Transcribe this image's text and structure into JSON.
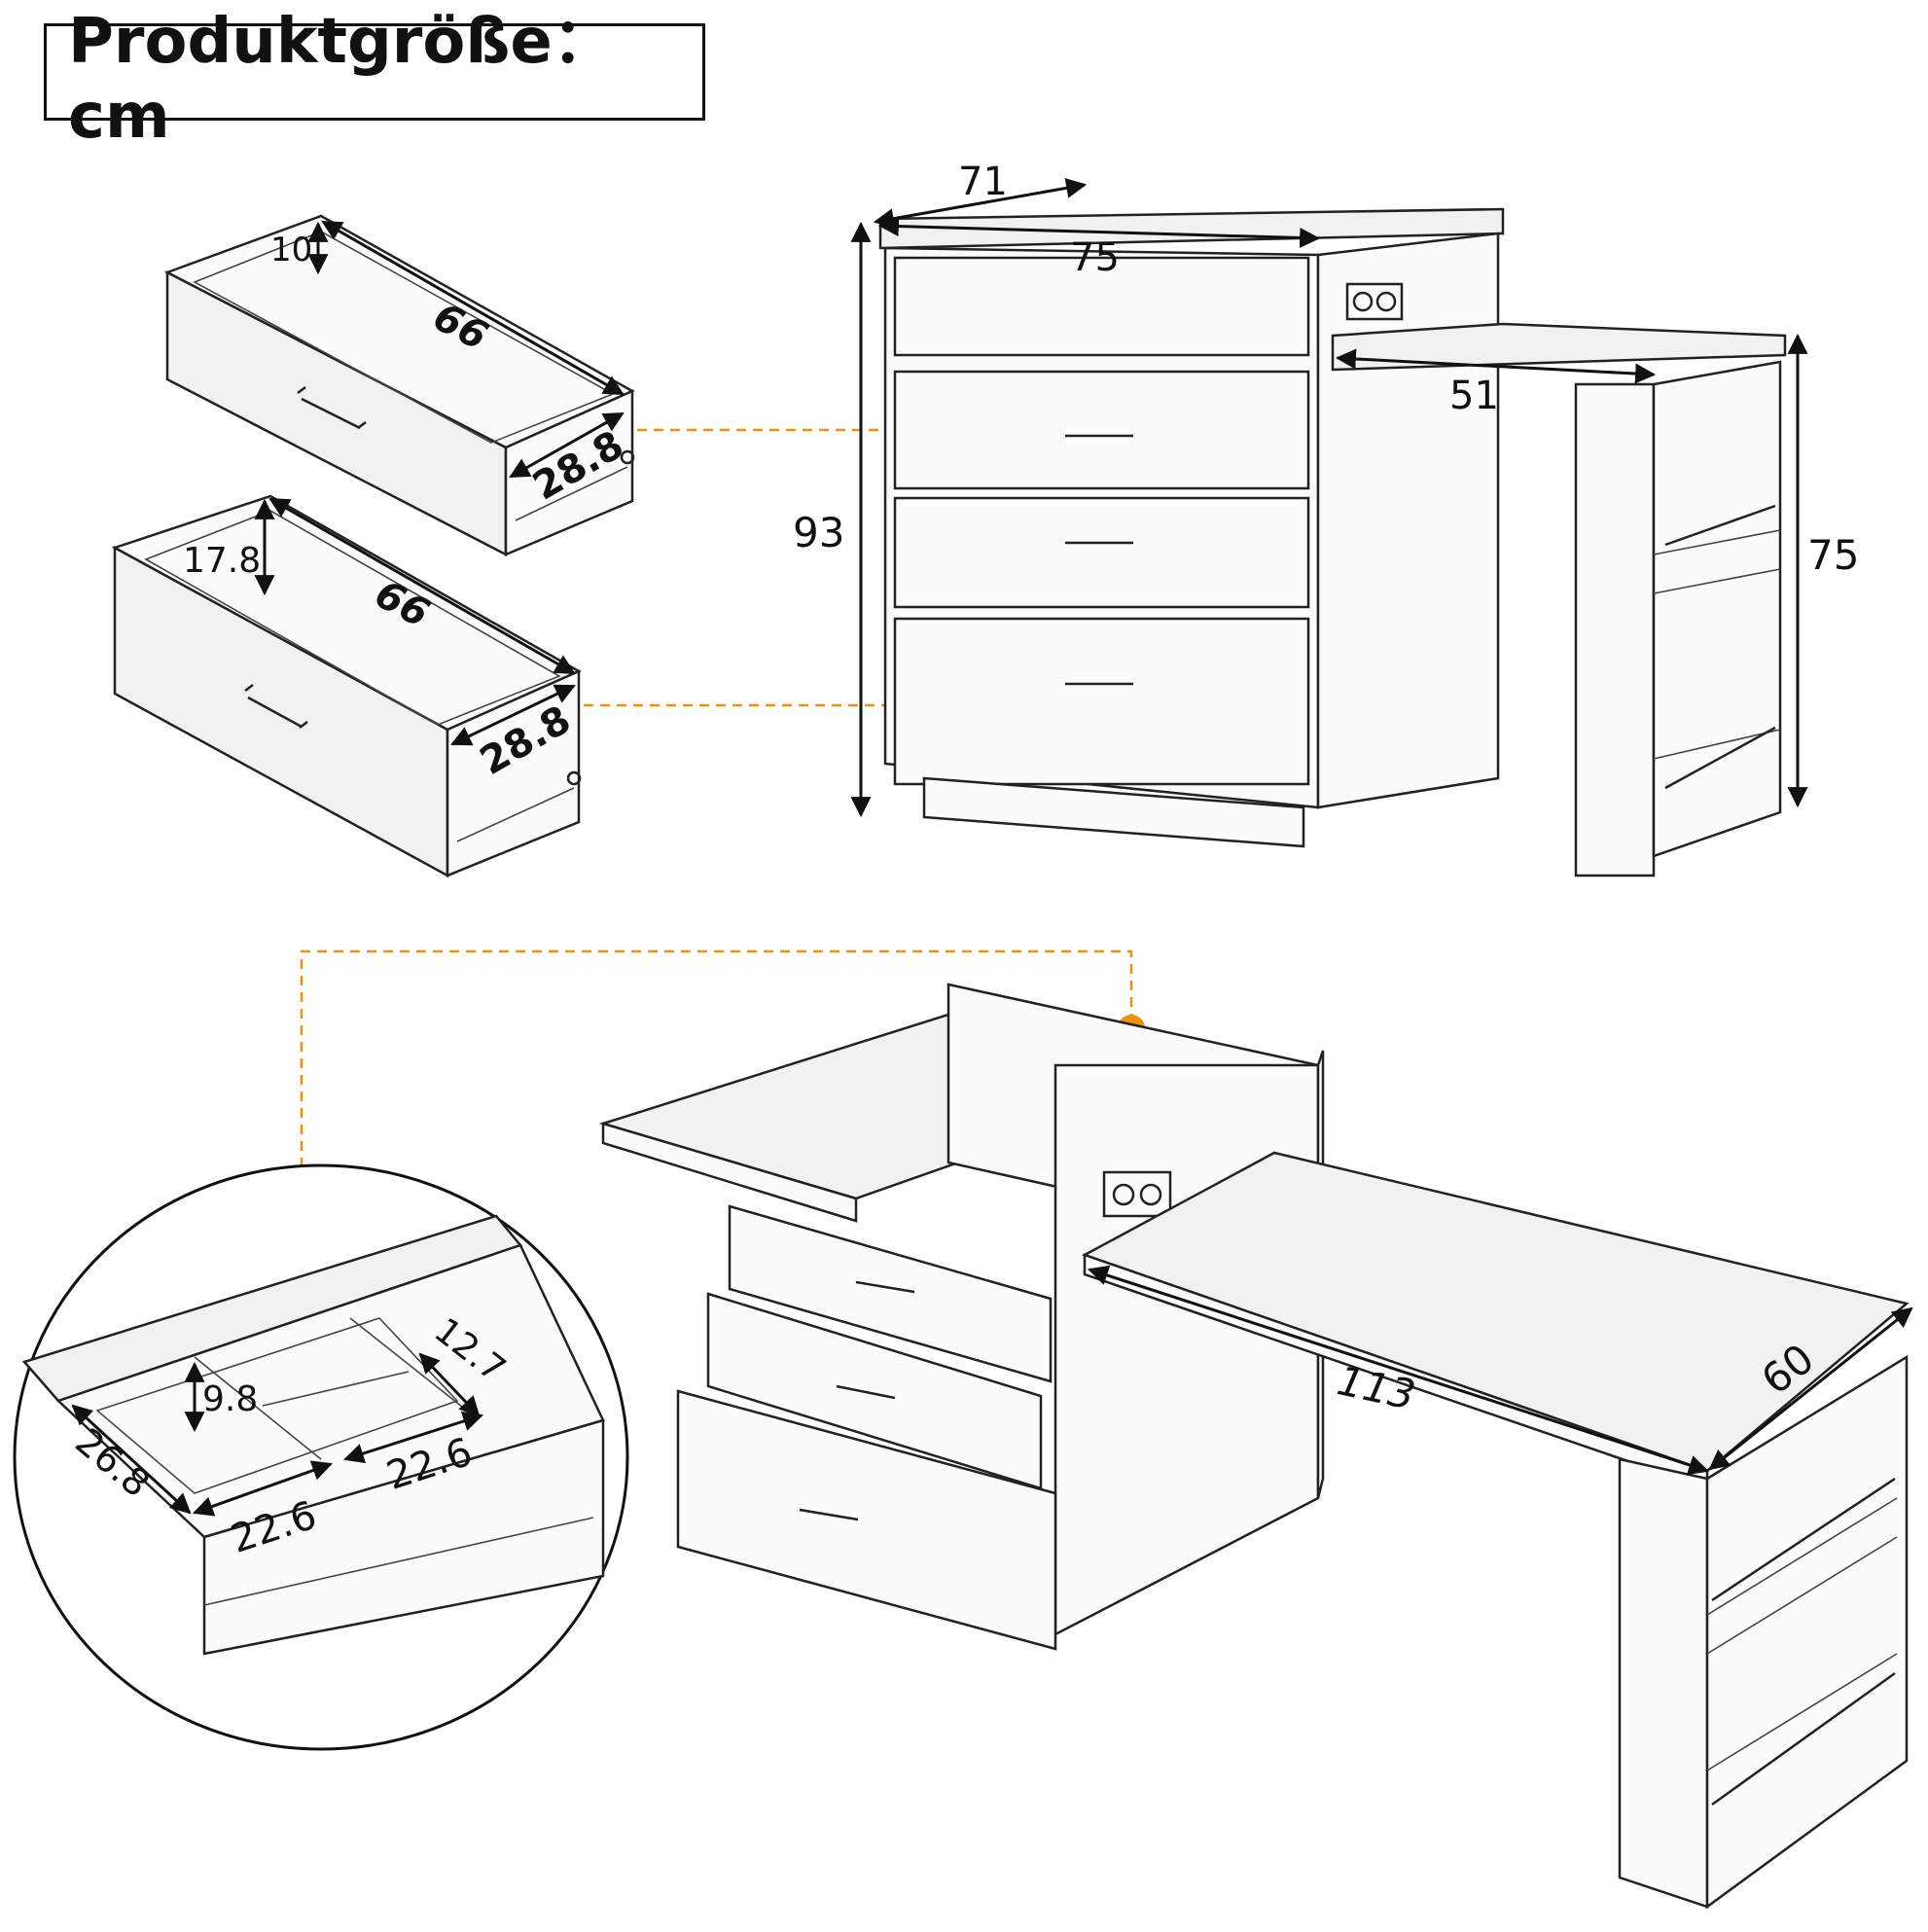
{
  "title": "Produktgröße：cm",
  "accent_color": "#f0900f",
  "dimensions": {
    "drawer_top_height": "10",
    "drawer_top_length": "66",
    "drawer_top_width": "28.8",
    "drawer_bottom_height": "17.8",
    "drawer_bottom_length": "66",
    "drawer_bottom_width": "28.8",
    "cabinet_depth": "71",
    "cabinet_width": "75",
    "cabinet_height": "93",
    "table_extension": "51",
    "table_height": "75",
    "compartment_height": "9.8",
    "compartment_width_a": "12.7",
    "compartment_depth": "26.8",
    "compartment_len_a": "22.6",
    "compartment_len_b": "22.6",
    "desk_length": "113",
    "desk_depth": "60"
  }
}
